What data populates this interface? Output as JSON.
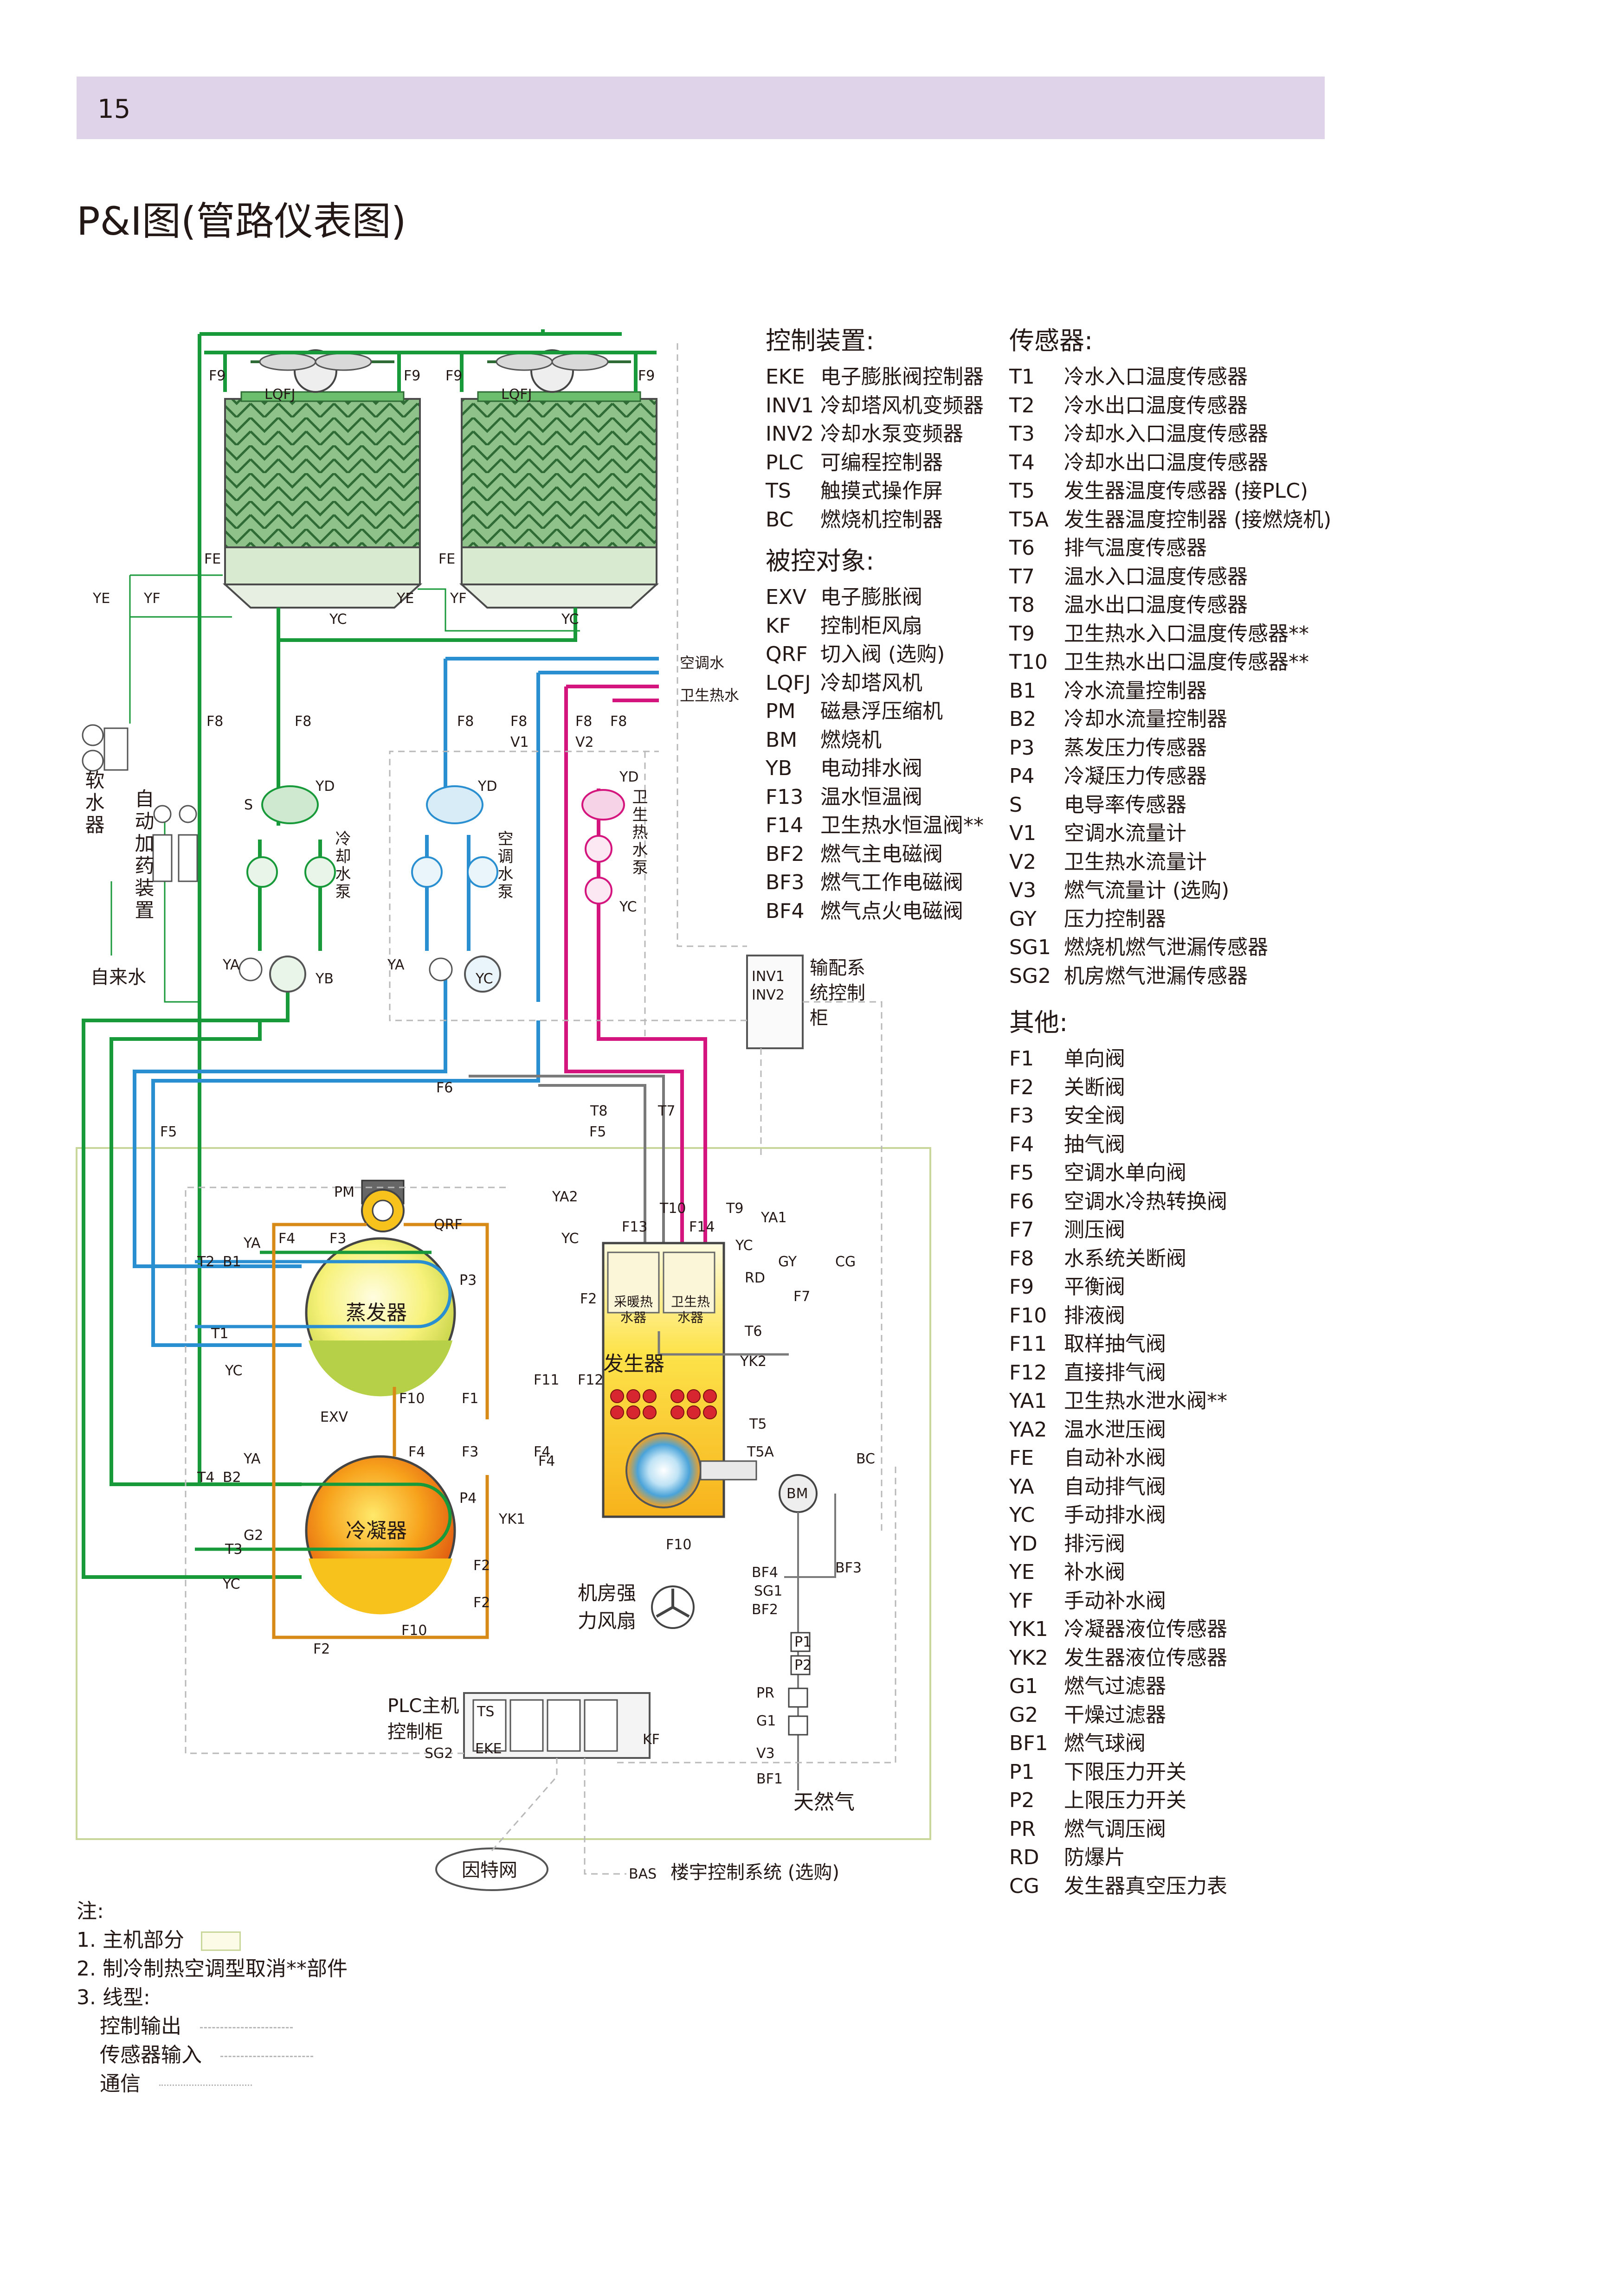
{
  "page": {
    "number": "15",
    "title": "P&I图(管路仪表图)"
  },
  "diagram": {
    "labels": {
      "soft_water": "软水器",
      "auto_dosing": "自动加药装置",
      "tap_water": "自来水",
      "cooling_pump": "冷却水泵",
      "ac_pump": "空调水泵",
      "dhw_pump": "卫生热水泵",
      "ac_water": "空调水",
      "dhw": "卫生热水",
      "inv_panel": "输配系统控制柜",
      "evaporator": "蒸发器",
      "condenser": "冷凝器",
      "generator": "发生器",
      "heating_hx": "采暖热水器",
      "dhw_hx": "卫生热水器",
      "fan_room": "机房强力风扇",
      "plc_panel": "PLC主机控制柜",
      "natural_gas": "天然气",
      "internet": "因特网",
      "bas": "楼宇控制系统 (选购)"
    },
    "tags": {
      "F9": "F9",
      "LQFJ": "LQFJ",
      "FE": "FE",
      "YE": "YE",
      "YF": "YF",
      "YC": "YC",
      "F8": "F8",
      "V1": "V1",
      "V2": "V2",
      "YD": "YD",
      "S": "S",
      "YA": "YA",
      "YB": "YB",
      "F6": "F6",
      "F5": "F5",
      "T8": "T8",
      "T7": "T7",
      "T9": "T9",
      "T10": "T10",
      "YA1": "YA1",
      "YA2": "YA2",
      "F13": "F13",
      "F14": "F14",
      "GY": "GY",
      "CG": "CG",
      "RD": "RD",
      "F7": "F7",
      "F2": "F2",
      "T6": "T6",
      "YK2": "YK2",
      "T5": "T5",
      "T5A": "T5A",
      "BC": "BC",
      "BM": "BM",
      "F10": "F10",
      "F11": "F11",
      "F12": "F12",
      "F4": "F4",
      "BF4": "BF4",
      "BF3": "BF3",
      "SG1": "SG1",
      "BF2": "BF2",
      "P1": "P1",
      "P2": "P2",
      "PR": "PR",
      "G1": "G1",
      "V3": "V3",
      "BF1": "BF1",
      "PM": "PM",
      "QRF": "QRF",
      "F3": "F3",
      "P3": "P3",
      "F1": "F1",
      "EXV": "EXV",
      "T1": "T1",
      "T2": "T2",
      "B1": "B1",
      "T3": "T3",
      "T4": "T4",
      "B2": "B2",
      "P4": "P4",
      "G2": "G2",
      "YK1": "YK1",
      "TS": "TS",
      "EKE": "EKE",
      "SG2": "SG2",
      "KF": "KF",
      "INV1": "INV1",
      "INV2": "INV2",
      "BAS": "BAS"
    }
  },
  "legend": {
    "control_devices": {
      "title": "控制装置:",
      "items": [
        {
          "code": "EKE",
          "desc": "电子膨胀阀控制器"
        },
        {
          "code": "INV1",
          "desc": "冷却塔风机变频器"
        },
        {
          "code": "INV2",
          "desc": "冷却水泵变频器"
        },
        {
          "code": "PLC",
          "desc": "可编程控制器"
        },
        {
          "code": "TS",
          "desc": "触摸式操作屏"
        },
        {
          "code": "BC",
          "desc": "燃烧机控制器"
        }
      ]
    },
    "controlled_objects": {
      "title": "被控对象:",
      "items": [
        {
          "code": "EXV",
          "desc": "电子膨胀阀"
        },
        {
          "code": "KF",
          "desc": "控制柜风扇"
        },
        {
          "code": "QRF",
          "desc": "切入阀 (选购)"
        },
        {
          "code": "LQFJ",
          "desc": "冷却塔风机"
        },
        {
          "code": "PM",
          "desc": "磁悬浮压缩机"
        },
        {
          "code": "BM",
          "desc": "燃烧机"
        },
        {
          "code": "YB",
          "desc": "电动排水阀"
        },
        {
          "code": "F13",
          "desc": "温水恒温阀"
        },
        {
          "code": "F14",
          "desc": "卫生热水恒温阀**"
        },
        {
          "code": "BF2",
          "desc": "燃气主电磁阀"
        },
        {
          "code": "BF3",
          "desc": "燃气工作电磁阀"
        },
        {
          "code": "BF4",
          "desc": "燃气点火电磁阀"
        }
      ]
    },
    "sensors": {
      "title": "传感器:",
      "items": [
        {
          "code": "T1",
          "desc": "冷水入口温度传感器"
        },
        {
          "code": "T2",
          "desc": "冷水出口温度传感器"
        },
        {
          "code": "T3",
          "desc": "冷却水入口温度传感器"
        },
        {
          "code": "T4",
          "desc": "冷却水出口温度传感器"
        },
        {
          "code": "T5",
          "desc": "发生器温度传感器 (接PLC)"
        },
        {
          "code": "T5A",
          "desc": "发生器温度控制器 (接燃烧机)"
        },
        {
          "code": "T6",
          "desc": "排气温度传感器"
        },
        {
          "code": "T7",
          "desc": "温水入口温度传感器"
        },
        {
          "code": "T8",
          "desc": "温水出口温度传感器"
        },
        {
          "code": "T9",
          "desc": "卫生热水入口温度传感器**"
        },
        {
          "code": "T10",
          "desc": "卫生热水出口温度传感器**"
        },
        {
          "code": "B1",
          "desc": "冷水流量控制器"
        },
        {
          "code": "B2",
          "desc": "冷却水流量控制器"
        },
        {
          "code": "P3",
          "desc": "蒸发压力传感器"
        },
        {
          "code": "P4",
          "desc": "冷凝压力传感器"
        },
        {
          "code": "S",
          "desc": "电导率传感器"
        },
        {
          "code": "V1",
          "desc": "空调水流量计"
        },
        {
          "code": "V2",
          "desc": "卫生热水流量计"
        },
        {
          "code": "V3",
          "desc": "燃气流量计 (选购)"
        },
        {
          "code": "GY",
          "desc": "压力控制器"
        },
        {
          "code": "SG1",
          "desc": "燃烧机燃气泄漏传感器"
        },
        {
          "code": "SG2",
          "desc": "机房燃气泄漏传感器"
        }
      ]
    },
    "others": {
      "title": "其他:",
      "items": [
        {
          "code": "F1",
          "desc": "单向阀"
        },
        {
          "code": "F2",
          "desc": "关断阀"
        },
        {
          "code": "F3",
          "desc": "安全阀"
        },
        {
          "code": "F4",
          "desc": "抽气阀"
        },
        {
          "code": "F5",
          "desc": "空调水单向阀"
        },
        {
          "code": "F6",
          "desc": "空调水冷热转换阀"
        },
        {
          "code": "F7",
          "desc": "测压阀"
        },
        {
          "code": "F8",
          "desc": "水系统关断阀"
        },
        {
          "code": "F9",
          "desc": "平衡阀"
        },
        {
          "code": "F10",
          "desc": "排液阀"
        },
        {
          "code": "F11",
          "desc": "取样抽气阀"
        },
        {
          "code": "F12",
          "desc": "直接排气阀"
        },
        {
          "code": "YA1",
          "desc": "卫生热水泄水阀**"
        },
        {
          "code": "YA2",
          "desc": "温水泄压阀"
        },
        {
          "code": "FE",
          "desc": "自动补水阀"
        },
        {
          "code": "YA",
          "desc": "自动排气阀"
        },
        {
          "code": "YC",
          "desc": "手动排水阀"
        },
        {
          "code": "YD",
          "desc": "排污阀"
        },
        {
          "code": "YE",
          "desc": "补水阀"
        },
        {
          "code": "YF",
          "desc": "手动补水阀"
        },
        {
          "code": "YK1",
          "desc": "冷凝器液位传感器"
        },
        {
          "code": "YK2",
          "desc": "发生器液位传感器"
        },
        {
          "code": "G1",
          "desc": "燃气过滤器"
        },
        {
          "code": "G2",
          "desc": "干燥过滤器"
        },
        {
          "code": "BF1",
          "desc": "燃气球阀"
        },
        {
          "code": "P1",
          "desc": "下限压力开关"
        },
        {
          "code": "P2",
          "desc": "上限压力开关"
        },
        {
          "code": "PR",
          "desc": "燃气调压阀"
        },
        {
          "code": "RD",
          "desc": "防爆片"
        },
        {
          "code": "CG",
          "desc": "发生器真空压力表"
        }
      ]
    }
  },
  "notes": {
    "title": "注:",
    "n1": "1. 主机部分",
    "n2": "2. 制冷制热空调型取消**部件",
    "n3": "3. 线型:",
    "line1": "控制输出",
    "line2": "传感器输入",
    "line3": "通信"
  }
}
